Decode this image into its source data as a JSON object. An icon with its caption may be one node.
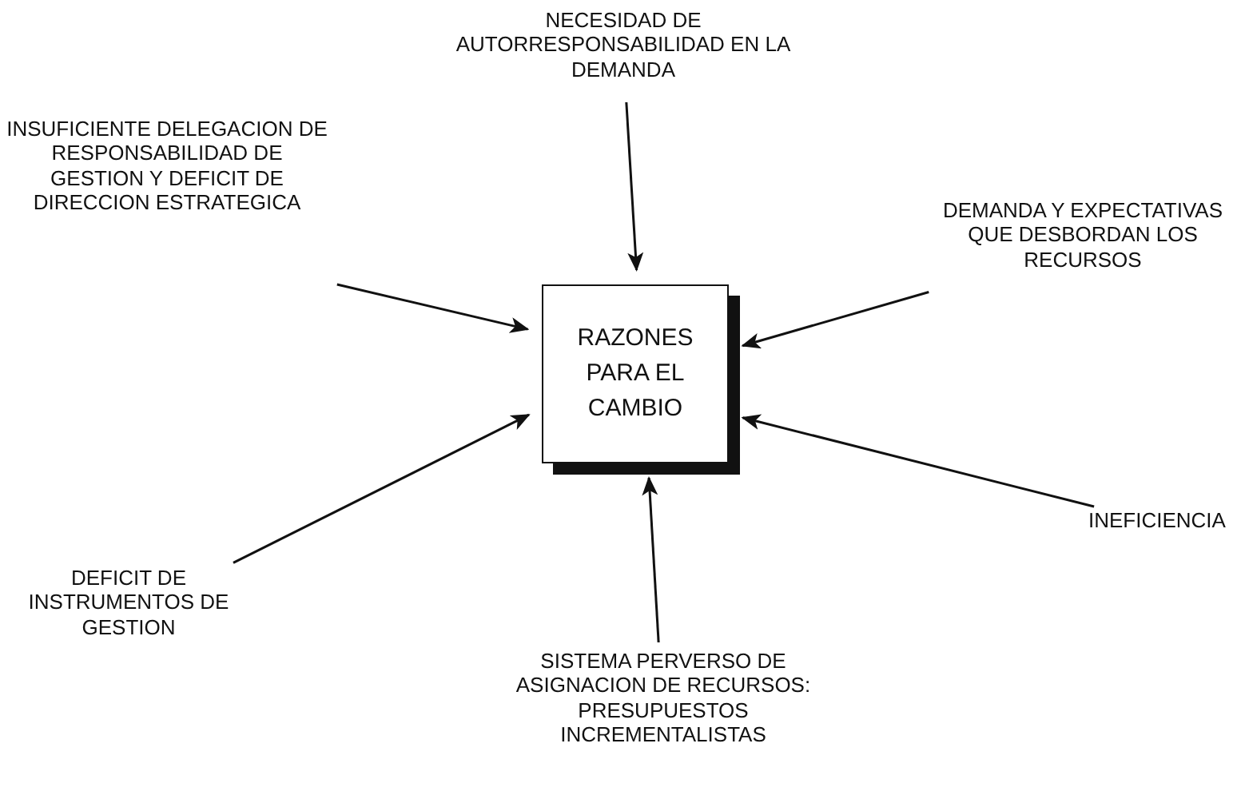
{
  "diagram": {
    "nodes": [
      {
        "text": [
          "RAZONES PARA EL CAMBIO"
        ]
      },
      {
        "text": [
          "NECESIDAD DE AUTORRESPONSABILIDAD EN LA DEMANDA"
        ]
      },
      {
        "text": [
          "INSUFICIENTE DELEGACION DE RESPONSABILIDAD DE GESTION Y DEFICIT DE DIRECCION ESTRATEGICA"
        ]
      },
      {
        "text": [
          "DEMANDA Y EXPECTATIVAS QUE DESBORDAN LOS RECURSOS"
        ]
      },
      {
        "text": [
          "INEFICIENCIA"
        ]
      },
      {
        "text": [
          "DEFICIT DE INSTRUMENTOS DE GESTION"
        ]
      },
      {
        "text": [
          "SISTEMA PERVERSO DE ASIGNACION DE RECURSOS: PRESUPUESTOS INCREMENTALISTAS"
        ]
      }
    ],
    "edges": [
      {
        "from": 1,
        "to": 0,
        "arrow": "to"
      },
      {
        "from": 2,
        "to": 0,
        "arrow": "to"
      },
      {
        "from": 3,
        "to": 0,
        "arrow": "to"
      },
      {
        "from": 4,
        "to": 0,
        "arrow": "to"
      },
      {
        "from": 5,
        "to": 0,
        "arrow": "to"
      },
      {
        "from": 6,
        "to": 0,
        "arrow": "to"
      }
    ]
  }
}
